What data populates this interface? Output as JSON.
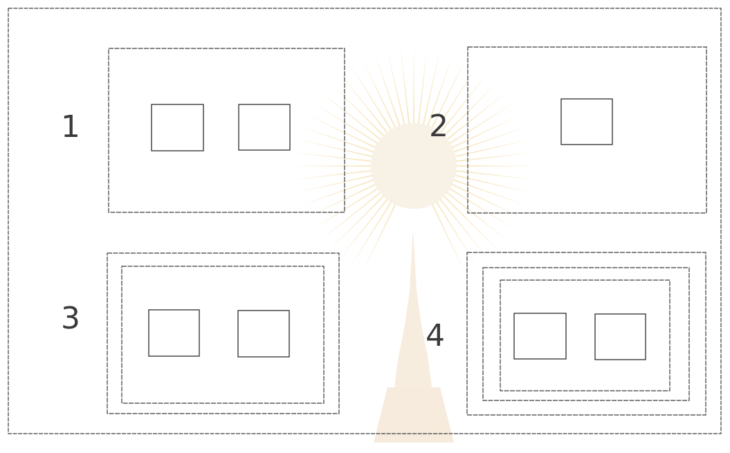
{
  "colors": {
    "ink": "#3a3a3a",
    "paper": "#ffffff",
    "watermark": "#f3d9a0",
    "watermark_core": "#f0dcc0"
  },
  "watermark": {
    "kind": "university-seal-sunburst",
    "text": ""
  },
  "diagram": {
    "panels": [
      {
        "id": "1",
        "label": "1",
        "windows": 2,
        "frames": 1
      },
      {
        "id": "2",
        "label": "2",
        "windows": 1,
        "frames": 1
      },
      {
        "id": "3",
        "label": "3",
        "windows": 2,
        "frames": 2
      },
      {
        "id": "4",
        "label": "4",
        "windows": 2,
        "frames": 3
      }
    ]
  }
}
